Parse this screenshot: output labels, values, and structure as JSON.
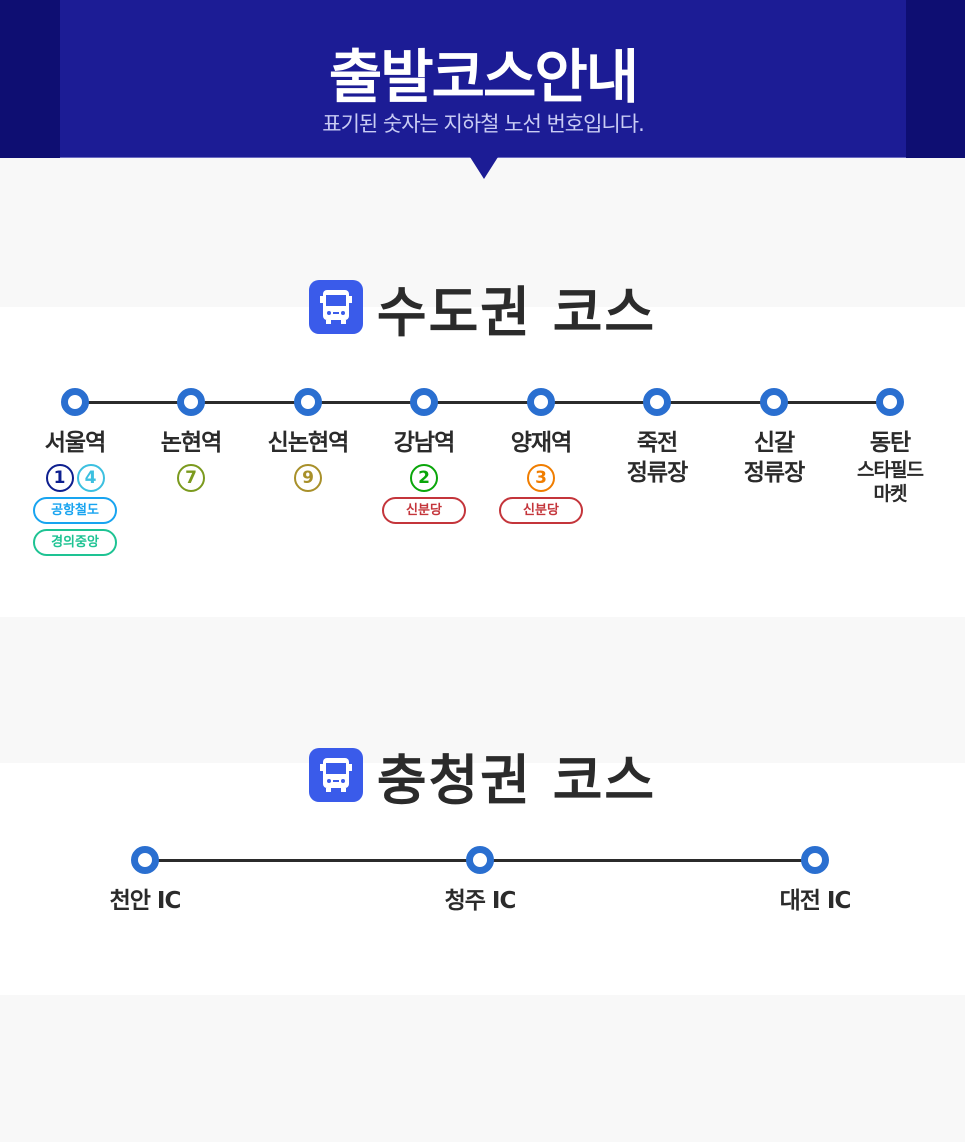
{
  "header": {
    "title": "출발코스안내",
    "subtitle": "표기된 숫자는 지하철 노선 번호입니다."
  },
  "sections": [
    {
      "title": "수도권 코스",
      "icon": "bus-icon",
      "stations": [
        {
          "name": [
            "서울역"
          ],
          "lines": [
            {
              "n": "1",
              "color": "#0d1f8f"
            },
            {
              "n": "4",
              "color": "#3cc0e0"
            }
          ],
          "pills": [
            {
              "label": "공항철도",
              "color": "#18a4f0"
            },
            {
              "label": "경의중앙",
              "color": "#1ec393"
            }
          ]
        },
        {
          "name": [
            "논현역"
          ],
          "lines": [
            {
              "n": "7",
              "color": "#7b9a1e"
            }
          ],
          "pills": []
        },
        {
          "name": [
            "신논현역"
          ],
          "lines": [
            {
              "n": "9",
              "color": "#a8902a"
            }
          ],
          "pills": []
        },
        {
          "name": [
            "강남역"
          ],
          "lines": [
            {
              "n": "2",
              "color": "#0aa60a"
            }
          ],
          "pills": [
            {
              "label": "신분당",
              "color": "#c4353b"
            }
          ]
        },
        {
          "name": [
            "양재역"
          ],
          "lines": [
            {
              "n": "3",
              "color": "#f07d00"
            }
          ],
          "pills": [
            {
              "label": "신분당",
              "color": "#c4353b"
            }
          ]
        },
        {
          "name": [
            "죽전",
            "정류장"
          ],
          "lines": [],
          "pills": []
        },
        {
          "name": [
            "신갈",
            "정류장"
          ],
          "lines": [],
          "pills": []
        },
        {
          "name": [
            "동탄",
            "스타필드",
            "마켓"
          ],
          "lines": [],
          "pills": []
        }
      ]
    },
    {
      "title": "충청권 코스",
      "icon": "bus-icon",
      "stations": [
        {
          "name": [
            "천안 IC"
          ],
          "lines": [],
          "pills": []
        },
        {
          "name": [
            "청주 IC"
          ],
          "lines": [],
          "pills": []
        },
        {
          "name": [
            "대전 IC"
          ],
          "lines": [],
          "pills": []
        }
      ]
    }
  ],
  "colors": {
    "header_dark": "#0e0e72",
    "header": "#1c1c95",
    "station_dot": "#2a6fd0",
    "bus_icon": "#3a5bea"
  }
}
